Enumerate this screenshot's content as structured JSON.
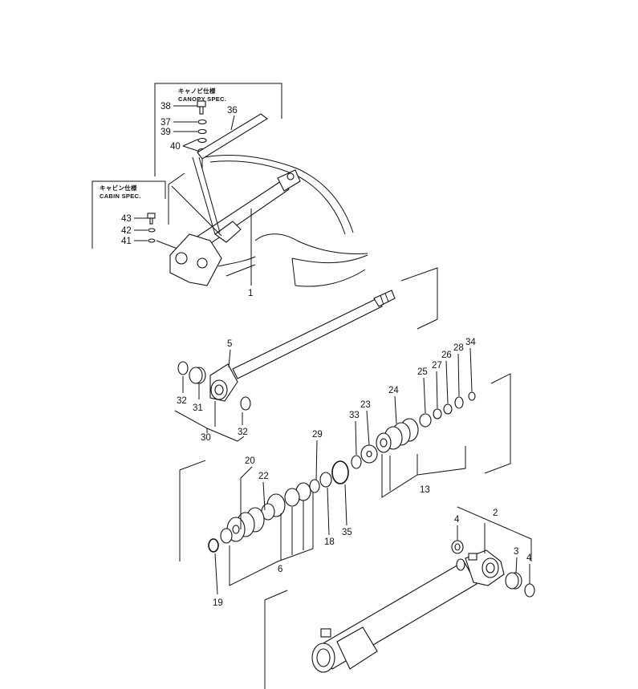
{
  "canopy_spec": {
    "title_jp": "キャノピ仕様",
    "title_en": "CANOPY SPEC.",
    "part_labels": [
      "38",
      "37",
      "39",
      "40",
      "36"
    ]
  },
  "cabin_spec": {
    "title_jp": "キャビン仕様",
    "title_en": "CABIN SPEC.",
    "part_labels": [
      "43",
      "42",
      "41"
    ]
  },
  "callouts": {
    "p1": "1",
    "p2": "2",
    "p3": "3",
    "p4a": "4",
    "p4b": "4",
    "p5": "5",
    "p6": "6",
    "p13": "13",
    "p18": "18",
    "p19": "19",
    "p20": "20",
    "p22": "22",
    "p23": "23",
    "p24": "24",
    "p25": "25",
    "p26": "26",
    "p27": "27",
    "p28": "28",
    "p29": "29",
    "p30": "30",
    "p31": "31",
    "p32a": "32",
    "p32b": "32",
    "p33": "33",
    "p34": "34",
    "p35": "35"
  }
}
